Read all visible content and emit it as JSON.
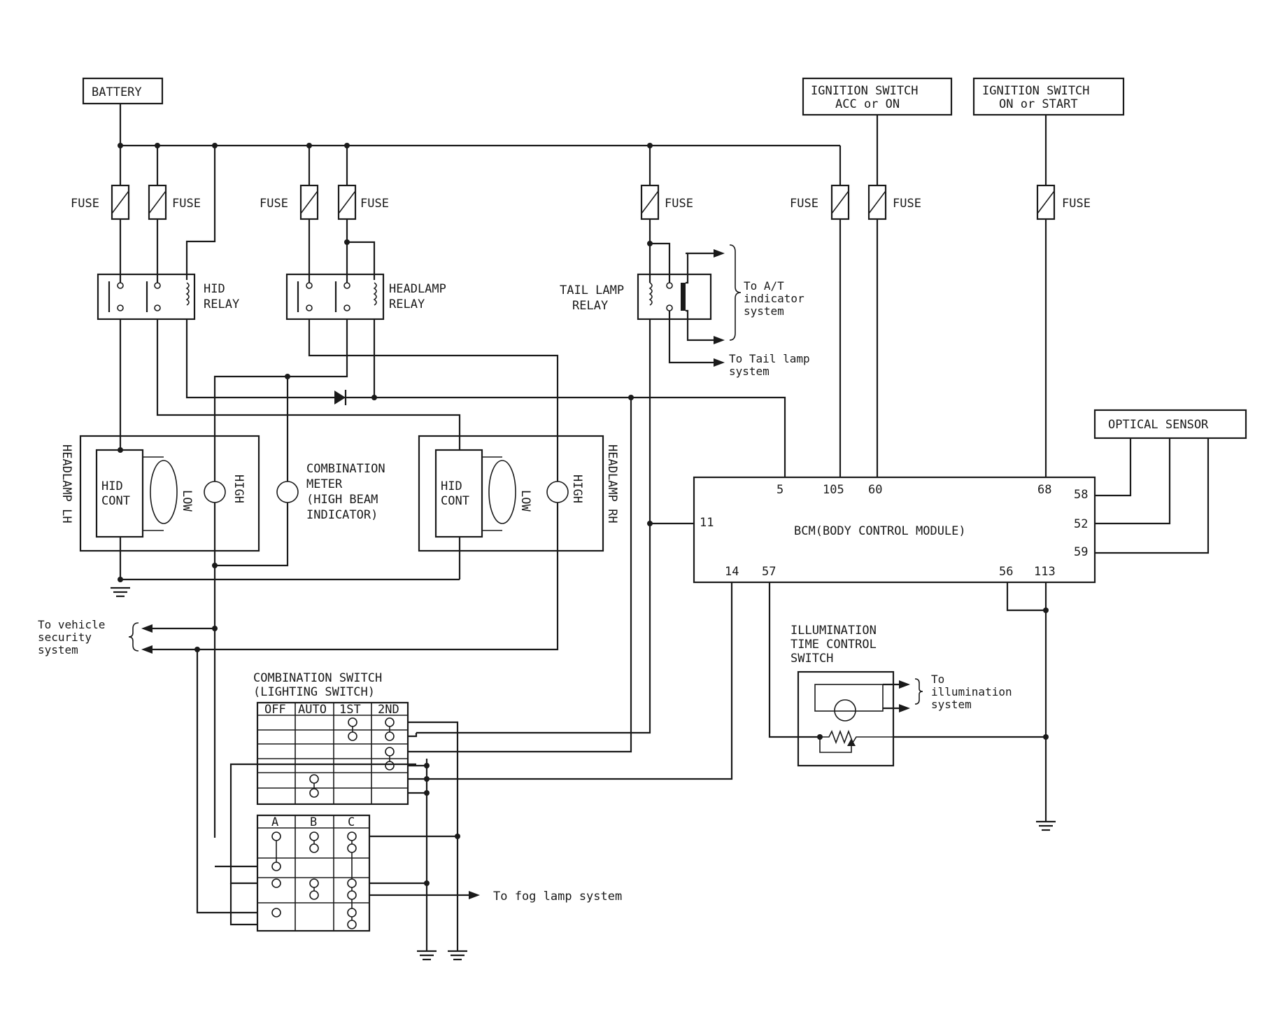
{
  "labels": {
    "battery": "BATTERY",
    "ign_acc_1": "IGNITION SWITCH",
    "ign_acc_2": "ACC or ON",
    "ign_start_1": "IGNITION SWITCH",
    "ign_start_2": "ON or START",
    "fuse": "FUSE",
    "hid_relay_1": "HID",
    "hid_relay_2": "RELAY",
    "headlamp_relay_1": "HEADLAMP",
    "headlamp_relay_2": "RELAY",
    "tail_relay_1": "TAIL LAMP",
    "tail_relay_2": "RELAY",
    "to_at_1": "To A/T",
    "to_at_2": "indicator",
    "to_at_3": "system",
    "to_tail_1": "To Tail lamp",
    "to_tail_2": "system",
    "optical_sensor": "OPTICAL SENSOR",
    "headlamp_lh": "HEADLAMP LH",
    "headlamp_rh": "HEADLAMP RH",
    "hid_cont_1": "HID",
    "hid_cont_2": "CONT",
    "low": "LOW",
    "high": "HIGH",
    "comb_meter_1": "COMBINATION",
    "comb_meter_2": "METER",
    "comb_meter_3": "(HIGH BEAM",
    "comb_meter_4": "INDICATOR)",
    "bcm": "BCM(BODY CONTROL MODULE)",
    "pin_5": "5",
    "pin_105": "105",
    "pin_60": "60",
    "pin_68": "68",
    "pin_58": "58",
    "pin_52": "52",
    "pin_59": "59",
    "pin_11": "11",
    "pin_14": "14",
    "pin_57": "57",
    "pin_56": "56",
    "pin_113": "113",
    "to_security_1": "To vehicle",
    "to_security_2": "security",
    "to_security_3": "system",
    "illum_1": "ILLUMINATION",
    "illum_2": "TIME CONTROL",
    "illum_3": "SWITCH",
    "to_illum_1": "To",
    "to_illum_2": "illumination",
    "to_illum_3": "system",
    "comb_switch_1": "COMBINATION SWITCH",
    "comb_switch_2": "(LIGHTING SWITCH)",
    "sw_off": "OFF",
    "sw_auto": "AUTO",
    "sw_1st": "1ST",
    "sw_2nd": "2ND",
    "sw_a": "A",
    "sw_b": "B",
    "sw_c": "C",
    "to_fog": "To fog lamp system"
  }
}
